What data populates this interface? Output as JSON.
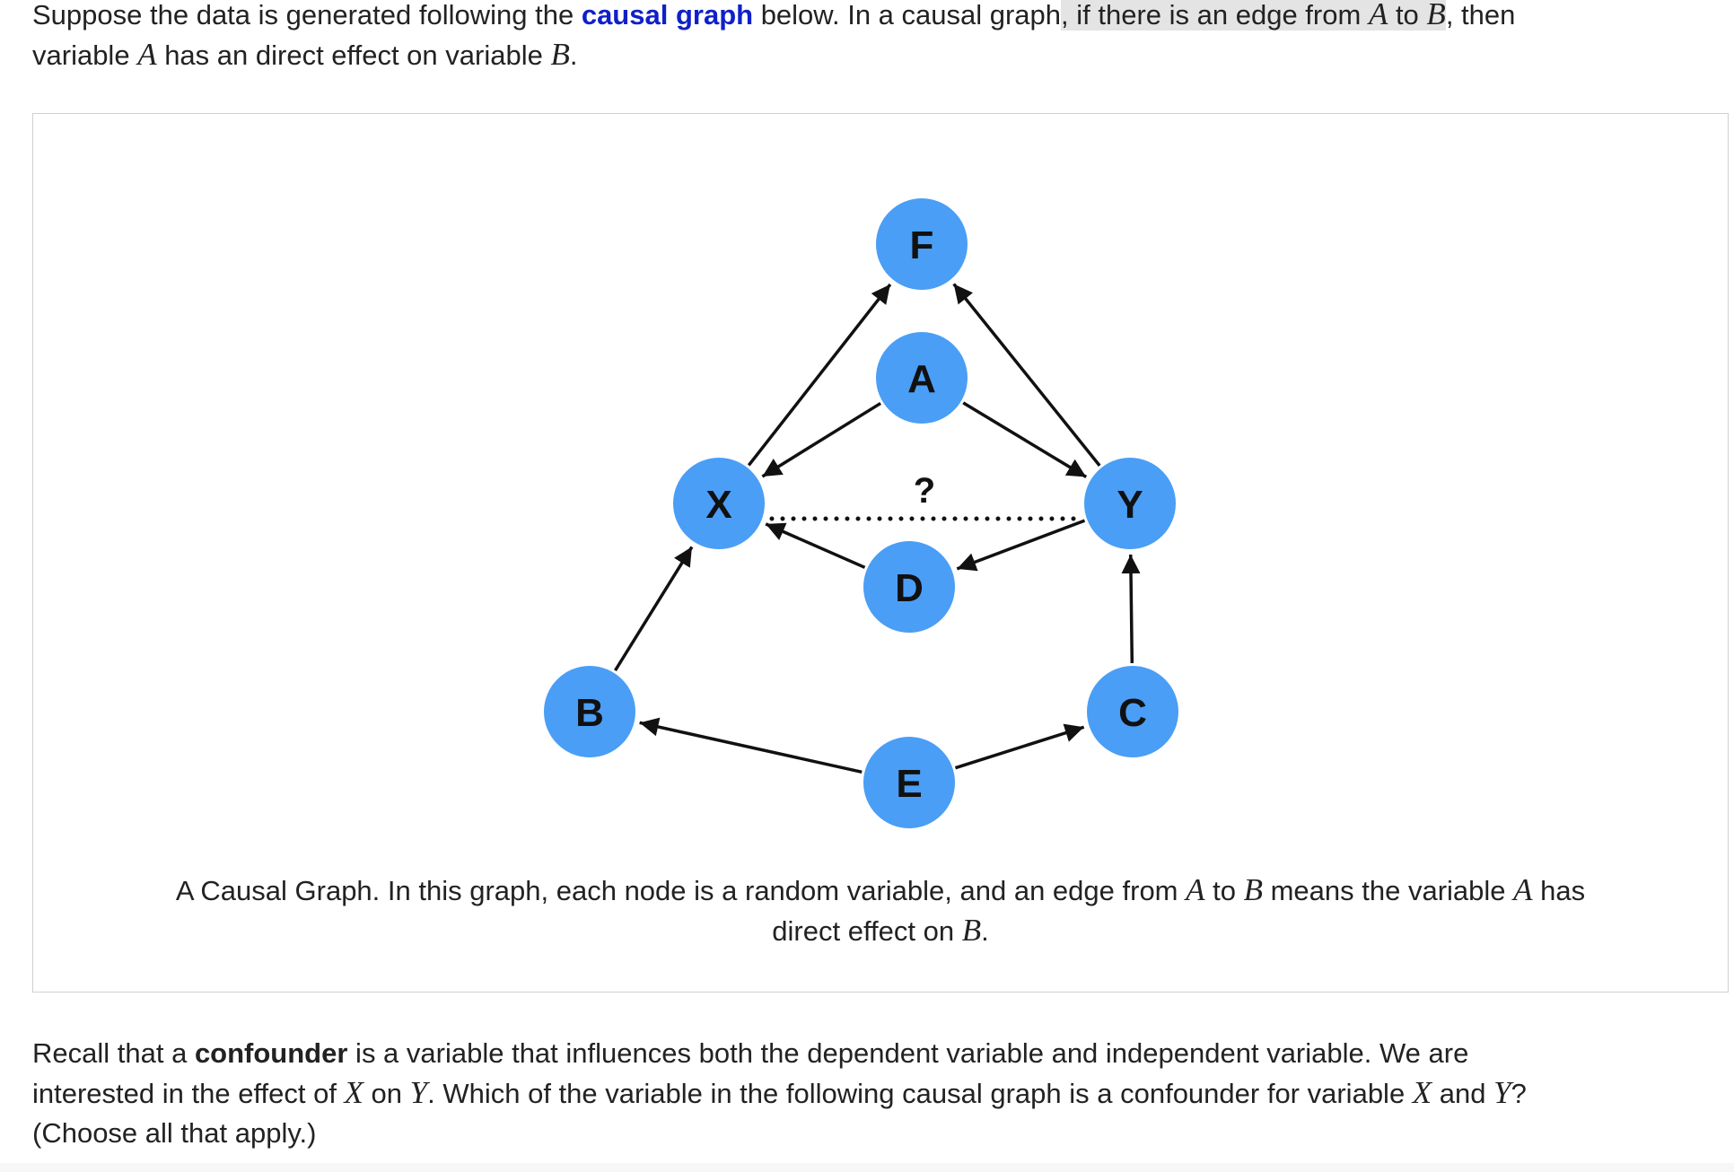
{
  "intro": {
    "t1": "Suppose the data is generated following the ",
    "link": "causal graph",
    "t2": " below. In a causal graph",
    "t3": ", if there is an edge from ",
    "var_a": "A",
    "t4": " to ",
    "var_b": "B",
    "t5": ", then",
    "t6": "variable ",
    "var_a2": "A",
    "t7": " has an direct effect on variable ",
    "var_b2": "B",
    "t8": "."
  },
  "graph": {
    "node_color": "#4a9ef5",
    "nodes": [
      "F",
      "A",
      "X",
      "Y",
      "D",
      "B",
      "C",
      "E"
    ],
    "edges": [
      {
        "from": "X",
        "to": "F"
      },
      {
        "from": "Y",
        "to": "F"
      },
      {
        "from": "A",
        "to": "X"
      },
      {
        "from": "A",
        "to": "Y"
      },
      {
        "from": "D",
        "to": "X"
      },
      {
        "from": "Y",
        "to": "D"
      },
      {
        "from": "B",
        "to": "X"
      },
      {
        "from": "C",
        "to": "Y"
      },
      {
        "from": "E",
        "to": "B"
      },
      {
        "from": "E",
        "to": "C"
      }
    ],
    "unknown_edge": {
      "between": [
        "X",
        "Y"
      ],
      "label": "?"
    }
  },
  "caption": {
    "t1": "A Causal Graph. In this graph, each node is a random variable, and an edge from ",
    "var_a": "A",
    "t2": " to ",
    "var_b": "B",
    "t3": " means the variable ",
    "var_a2": "A",
    "t4": " has",
    "t5": "direct effect on ",
    "var_b2": "B",
    "t6": "."
  },
  "question": {
    "t1": "Recall that a ",
    "bold": "confounder",
    "t2": " is a variable that influences both the dependent variable and independent variable. We are",
    "t3": "interested in the effect of ",
    "var_x": "X",
    "t4": " on ",
    "var_y": "Y",
    "t5": ". Which of the variable in the following causal graph is a confounder for variable ",
    "var_x2": "X",
    "t6": " and ",
    "var_y2": "Y",
    "t7": "?",
    "t8": "(Choose all that apply.)"
  }
}
